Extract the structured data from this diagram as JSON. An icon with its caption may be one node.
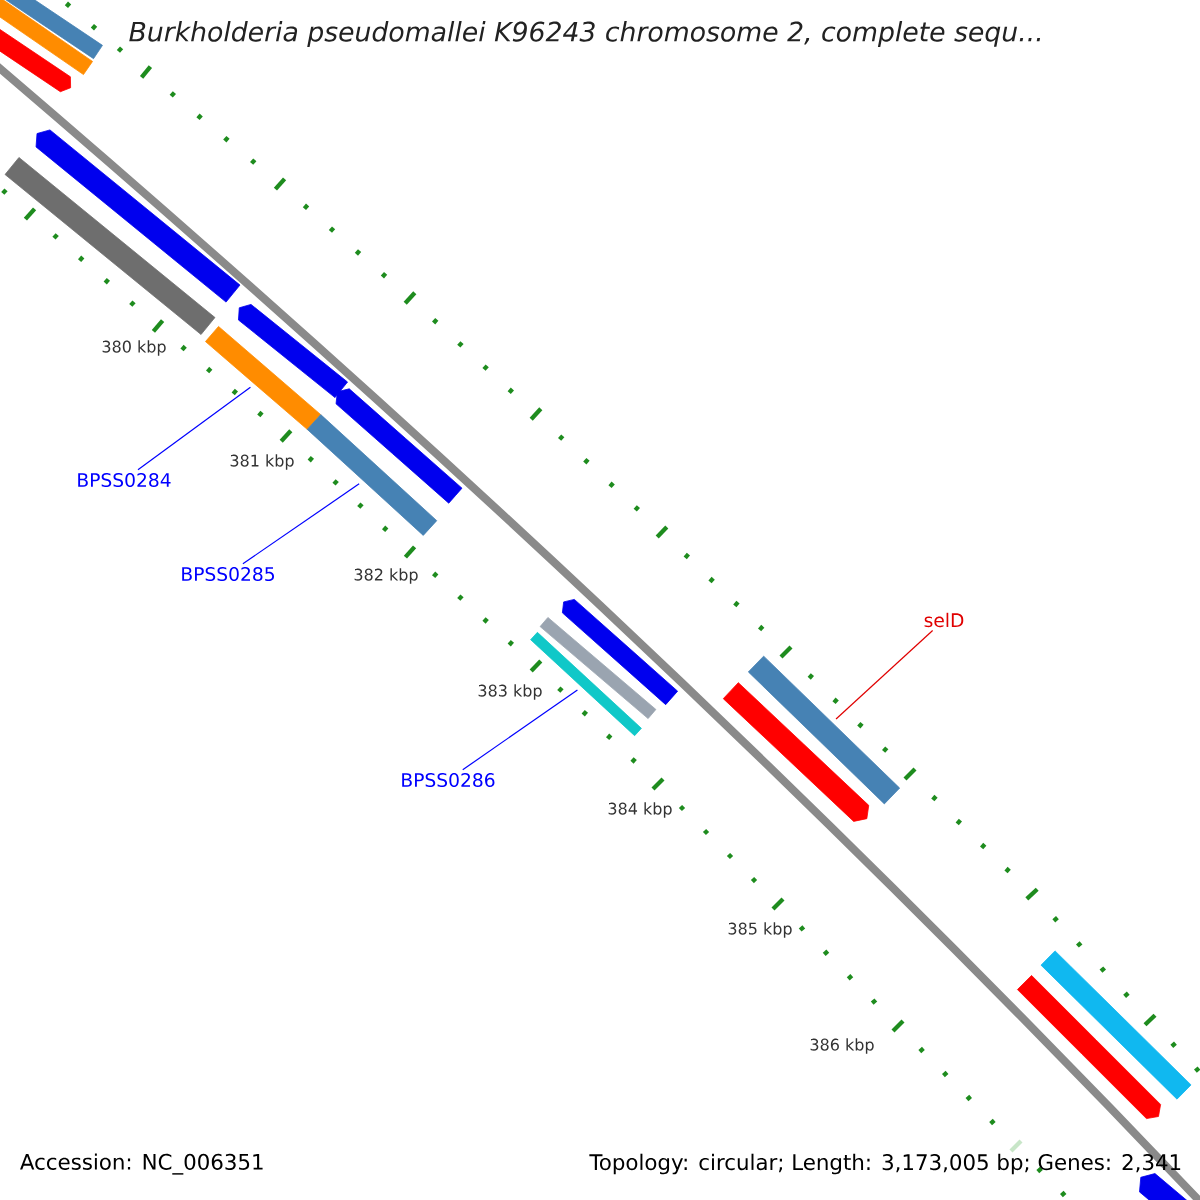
{
  "diagram": {
    "title": "Burkholderia pseudomallei K96243 chromosome 2, complete sequ...",
    "nodes": [
      {
        "text": [],
        "shape": "bar"
      },
      {
        "text": [],
        "shape": "bar"
      },
      {
        "text": [],
        "shape": "bar"
      },
      {
        "text": [],
        "shape": "bar"
      },
      {
        "text": [],
        "shape": "bar"
      },
      {
        "text": [],
        "shape": "bar"
      },
      {
        "text": [],
        "shape": "bar"
      },
      {
        "text": [],
        "shape": "bar"
      },
      {
        "text": [],
        "shape": "bar"
      },
      {
        "text": [
          "BPSS0284"
        ]
      },
      {
        "text": [
          "BPSS0285"
        ]
      },
      {
        "text": [],
        "shape": "bar"
      },
      {
        "text": [],
        "shape": "bar"
      },
      {
        "text": [],
        "shape": "bar"
      },
      {
        "text": [
          "selD"
        ]
      },
      {
        "text": [],
        "shape": "bar"
      },
      {
        "text": [],
        "shape": "bar"
      },
      {
        "text": [
          "BPSS0286"
        ]
      },
      {
        "text": [],
        "shape": "bar"
      },
      {
        "text": [],
        "shape": "bar"
      },
      {
        "text": [],
        "shape": "bar"
      }
    ],
    "edges": [
      {
        "from": 9,
        "to": 6,
        "arrow": "none"
      },
      {
        "from": 10,
        "to": 8,
        "arrow": "none"
      },
      {
        "from": 14,
        "to": 15,
        "arrow": "none",
        "color": "#e00000"
      },
      {
        "from": 17,
        "to": 13,
        "arrow": "none"
      }
    ],
    "labels": [
      "380 kbp",
      "381 kbp",
      "382 kbp",
      "383 kbp",
      "384 kbp",
      "385 kbp",
      "386 kbp",
      "Accession: NC_006351",
      "Topology: circular; Length: 3,173,005 bp; Genes: 2,341"
    ]
  }
}
